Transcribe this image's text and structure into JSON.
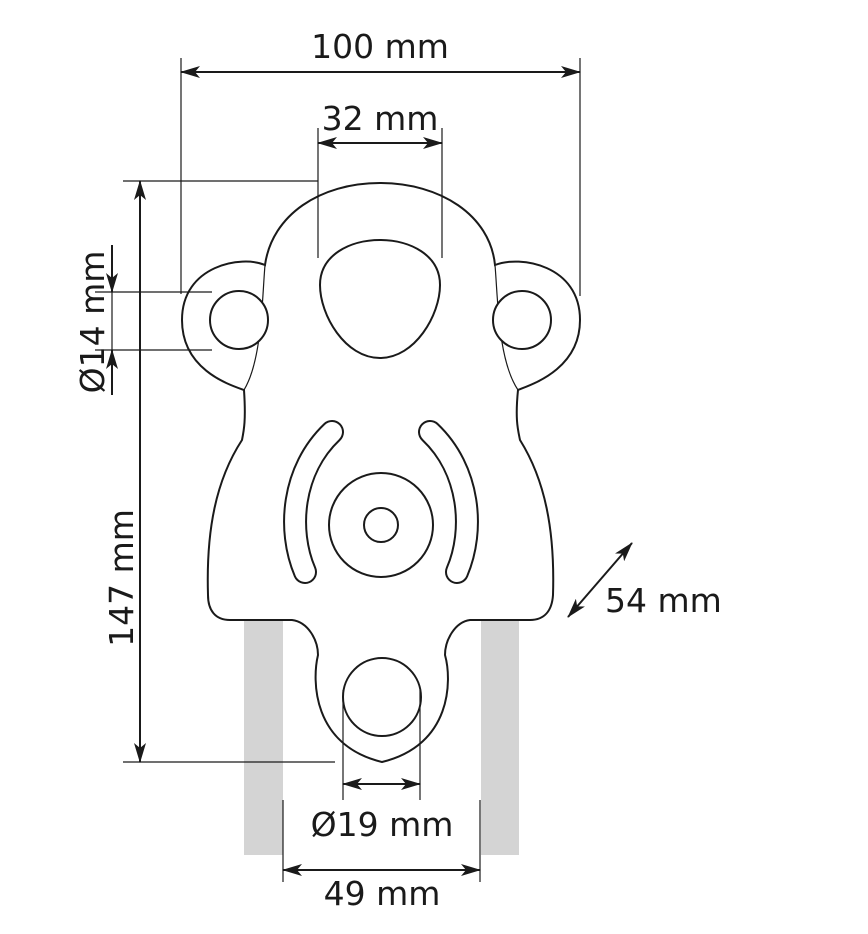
{
  "title": "Pulley plate dimensions diagram",
  "colors": {
    "line": "#1a1a1a",
    "rope": "#d4d4d4",
    "background": "#ffffff"
  },
  "dimensions": {
    "width": "100 mm",
    "top_hole": "32 mm",
    "side_hole": "Ø14 mm",
    "height": "147 mm",
    "thickness": "54 mm",
    "bottom_hole": "Ø19 mm",
    "rope_spacing": "49 mm"
  }
}
